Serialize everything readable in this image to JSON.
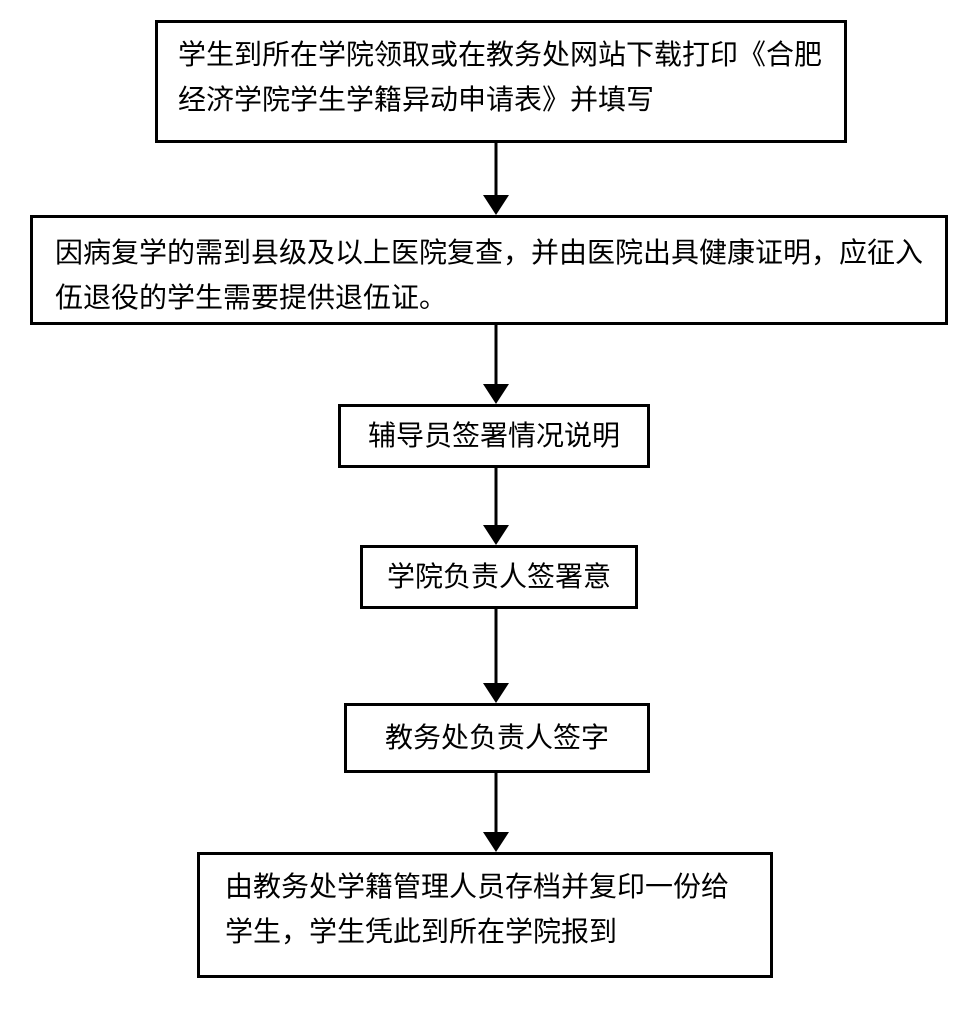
{
  "flowchart": {
    "colors": {
      "background": "#ffffff",
      "border": "#000000",
      "text": "#000000",
      "arrow": "#000000"
    },
    "nodes": [
      {
        "id": "download-form",
        "lines": [
          "学生到所在学院领取或在教务处网站下载打印《合肥",
          "经济学院学生学籍异动申请表》并填写"
        ]
      },
      {
        "id": "medical-recheck",
        "lines": [
          "因病复学的需到县级及以上医院复查，并由医院出具健康证明，应征入",
          "伍退役的学生需要提供退伍证。"
        ]
      },
      {
        "id": "counselor-sign",
        "lines": [
          "辅导员签署情况说明"
        ]
      },
      {
        "id": "college-leader-sign",
        "lines": [
          "学院负责人签署意"
        ]
      },
      {
        "id": "academic-office-sign",
        "lines": [
          "教务处负责人签字"
        ]
      },
      {
        "id": "archive-and-copy",
        "lines": [
          "由教务处学籍管理人员存档并复印一份给",
          "学生，学生凭此到所在学院报到"
        ]
      }
    ]
  }
}
